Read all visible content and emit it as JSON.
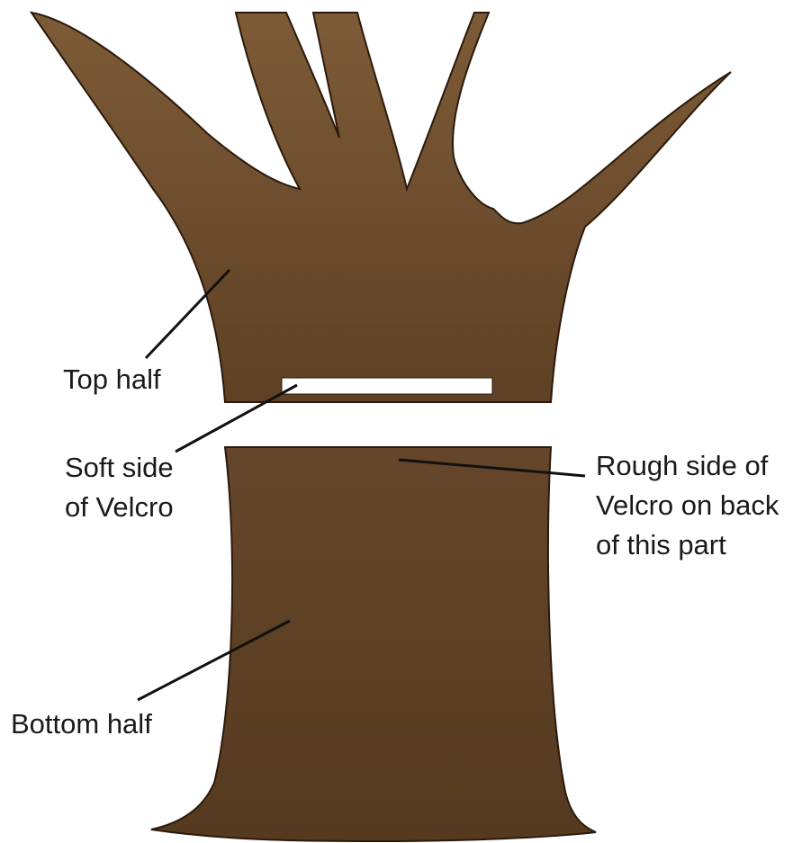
{
  "labels": {
    "top_half": "Top half",
    "soft_side": [
      "Soft side",
      "of Velcro"
    ],
    "rough_side": [
      "Rough side of",
      "Velcro on back",
      "of this part"
    ],
    "bottom_half": "Bottom half"
  },
  "colors": {
    "bark_light": "#7d5b37",
    "bark_dark": "#563a1f",
    "outline": "#2b1a0b",
    "velcro_strip": "#ffffff"
  }
}
